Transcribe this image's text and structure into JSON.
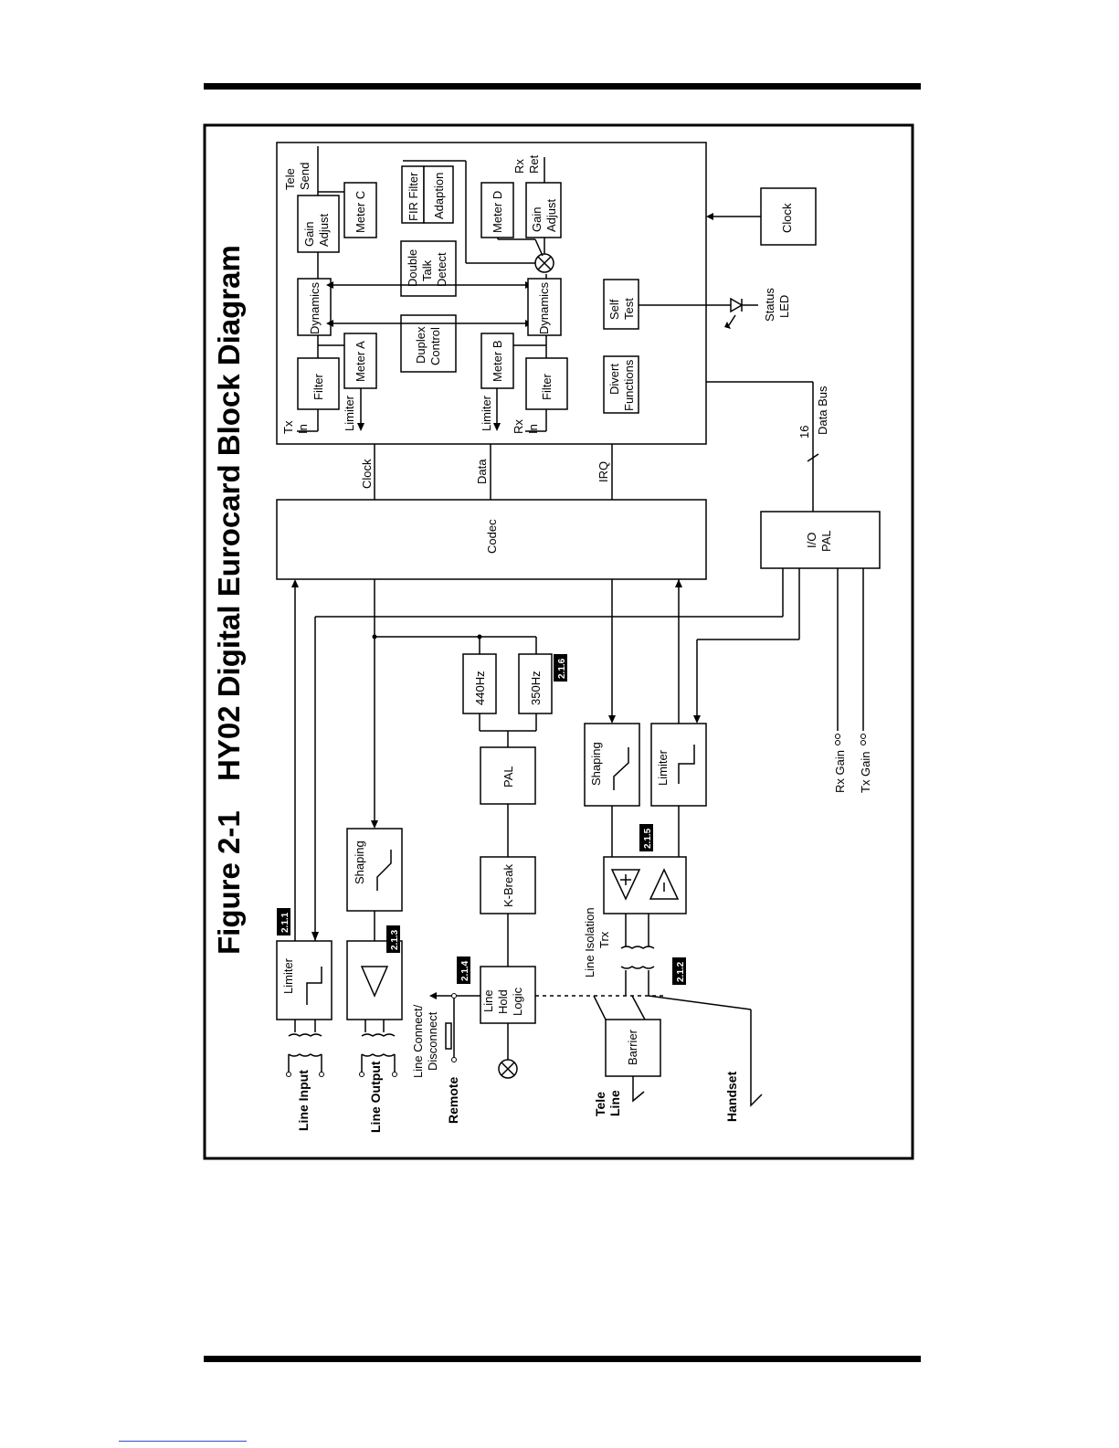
{
  "figure": {
    "number": "Figure 2-1",
    "title": "HY02 Digital Eurocard Block Diagram"
  },
  "blocks": {
    "tele_send": [
      "Tele",
      "Send"
    ],
    "gain_adjust_tx": [
      "Gain",
      "Adjust"
    ],
    "meter_c": "Meter C",
    "fir_filter": "FIR Filter",
    "adaption": "Adaption",
    "rx_ret": [
      "Rx",
      "Ret"
    ],
    "meter_d": "Meter D",
    "gain_adjust_rx": [
      "Gain",
      "Adjust"
    ],
    "clock": "Clock",
    "dynamics_tx": "Dynamics",
    "double_talk_detect": [
      "Double",
      "Talk",
      "Detect"
    ],
    "dynamics_rx": "Dynamics",
    "self_test": [
      "Self",
      "Test"
    ],
    "status_led": [
      "Status",
      "LED"
    ],
    "meter_a": "Meter A",
    "duplex_control": [
      "Duplex",
      "Control"
    ],
    "meter_b": "Meter B",
    "filter_tx": "Filter",
    "filter_rx": "Filter",
    "divert_functions": [
      "Divert",
      "Functions"
    ],
    "tx_in": [
      "Tx",
      "In"
    ],
    "rx_in": [
      "Rx",
      "In"
    ],
    "limiter_tx_out": "Limiter",
    "limiter_rx_out": "Limiter",
    "data_bus": "Data Bus",
    "bus_width": "16",
    "clock_line": "Clock",
    "data_line": "Data",
    "irq_line": "IRQ",
    "codec": "Codec",
    "io_pal": [
      "I/O",
      "PAL"
    ],
    "tone_440": "440Hz",
    "tone_350": "350Hz",
    "pal": "PAL",
    "k_break": "K-Break",
    "line_hold_logic": [
      "Line",
      "Hold",
      "Logic"
    ],
    "shaping_out": "Shaping",
    "shaping_rx": "Shaping",
    "limiter_in": "Limiter",
    "limiter_rx": "Limiter",
    "line_isolation_trx": [
      "Line Isolation",
      "Trx"
    ],
    "barrier": "Barrier",
    "rx_gain": "Rx Gain",
    "tx_gain": "Tx Gain",
    "line_connect": [
      "Line Connect/",
      "Disconnect"
    ],
    "line_input": "Line Input",
    "line_output": "Line Output",
    "remote": "Remote",
    "tele_line": [
      "Tele",
      "Line"
    ],
    "handset": "Handset"
  },
  "badges": [
    "2.1.1",
    "2.1.2",
    "2.1.3",
    "2.1.4",
    "2.1.5",
    "2.1.6"
  ]
}
